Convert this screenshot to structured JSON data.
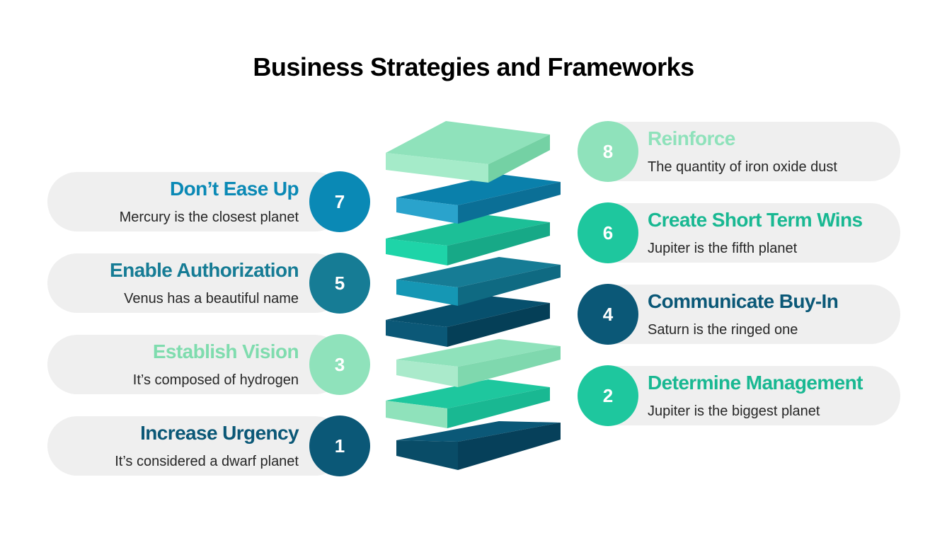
{
  "title": "Business Strategies and Frameworks",
  "colors": {
    "dark_teal": "#0b5877",
    "blue": "#0a89b5",
    "mid_teal": "#167c95",
    "green": "#1ec79e",
    "mint": "#8fe2bb"
  },
  "steps": [
    {
      "number": "1",
      "heading": "Increase Urgency",
      "description": "It’s considered a dwarf planet",
      "side": "left",
      "color": "#0b5877"
    },
    {
      "number": "2",
      "heading": "Determine Management",
      "description": "Jupiter is the biggest planet",
      "side": "right",
      "color": "#1ec79e"
    },
    {
      "number": "3",
      "heading": "Establish Vision",
      "description": "It’s composed of hydrogen",
      "side": "left",
      "color": "#8fe2bb"
    },
    {
      "number": "4",
      "heading": "Communicate Buy-In",
      "description": "Saturn is the ringed one",
      "side": "right",
      "color": "#0b5877"
    },
    {
      "number": "5",
      "heading": "Enable Authorization",
      "description": "Venus has a beautiful name",
      "side": "left",
      "color": "#167c95"
    },
    {
      "number": "6",
      "heading": "Create Short Term Wins",
      "description": "Jupiter is the fifth planet",
      "side": "right",
      "color": "#1ec79e"
    },
    {
      "number": "7",
      "heading": "Don’t Ease Up",
      "description": "Mercury is the closest planet",
      "side": "left",
      "color": "#0a89b5"
    },
    {
      "number": "8",
      "heading": "Reinforce",
      "description": "The quantity of iron oxide dust",
      "side": "right",
      "color": "#8fe2bb"
    }
  ]
}
